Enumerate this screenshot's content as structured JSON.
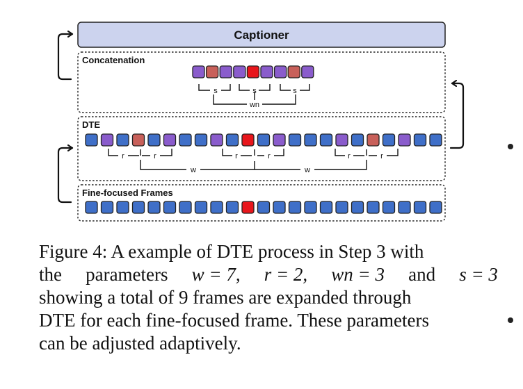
{
  "figure": {
    "captioner_label": "Captioner",
    "sections": {
      "concatenation": "Concatenation",
      "dte": "DTE",
      "fine": "Fine-focused Frames"
    },
    "labels": {
      "s": "s",
      "wn": "wn",
      "r": "r",
      "w": "w"
    },
    "colors": {
      "blue": "#3f6fc8",
      "purple": "#8a5ccc",
      "red_muted": "#c8605a",
      "red_bright": "#e8161c",
      "captioner_fill": "#ccd3ee",
      "border": "#222222"
    },
    "concat_frames": [
      "purple",
      "red_muted",
      "purple",
      "purple",
      "red_bright",
      "purple",
      "purple",
      "red_muted",
      "purple"
    ],
    "dte_frames": [
      "blue",
      "purple",
      "blue",
      "red_muted",
      "blue",
      "purple",
      "blue",
      "blue",
      "purple",
      "blue",
      "red_bright",
      "blue",
      "purple",
      "blue",
      "blue",
      "blue",
      "purple",
      "blue",
      "red_muted",
      "blue",
      "purple",
      "blue",
      "blue"
    ],
    "fine_frames": [
      "blue",
      "blue",
      "blue",
      "blue",
      "blue",
      "blue",
      "blue",
      "blue",
      "blue",
      "blue",
      "red_bright",
      "blue",
      "blue",
      "blue",
      "blue",
      "blue",
      "blue",
      "blue",
      "blue",
      "blue",
      "blue",
      "blue",
      "blue"
    ]
  },
  "caption": {
    "line1": "Figure 4: A example of DTE process in Step 3 with",
    "line2_words": [
      "the",
      "parameters",
      "w = 7,",
      "r = 2,",
      "wn = 3",
      "and",
      "s = 3"
    ],
    "line3": "showing a total of 9 frames are expanded through",
    "line4": "DTE for each fine-focused frame. These parameters",
    "line5": "can be adjusted adaptively."
  }
}
